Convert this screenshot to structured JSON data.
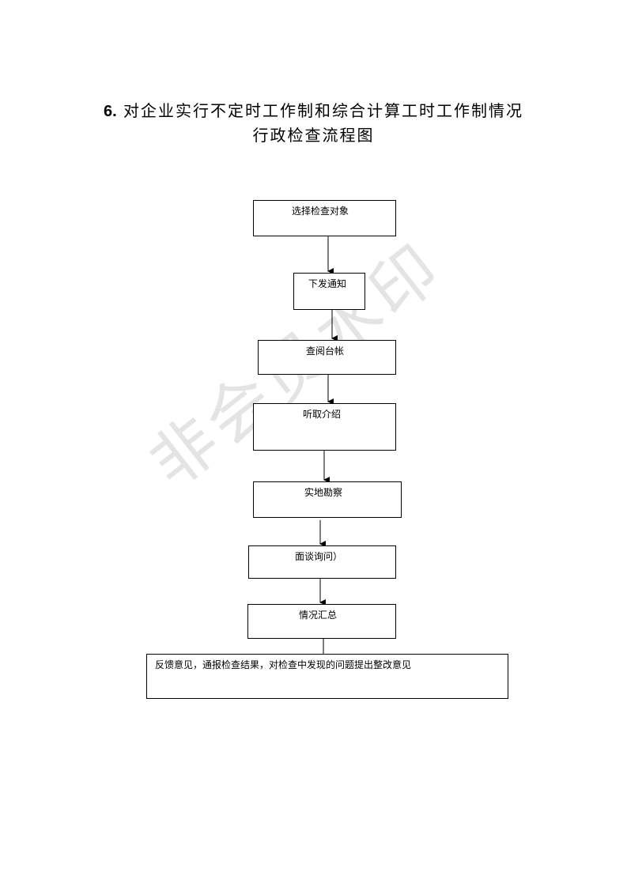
{
  "title": {
    "number": "6.",
    "line1": "对企业实行不定时工作制和综合计算工时工作制情况",
    "line2": "行政检查流程图"
  },
  "watermark": "非会员水印",
  "steps": [
    "选择检查对象",
    "下发通知",
    "查阅台帐",
    "听取介绍",
    "实地勘察",
    "面谈询问）",
    "情况汇总",
    "反馈意见，通报检查结果，对检查中发现的问题提出整改意见"
  ]
}
